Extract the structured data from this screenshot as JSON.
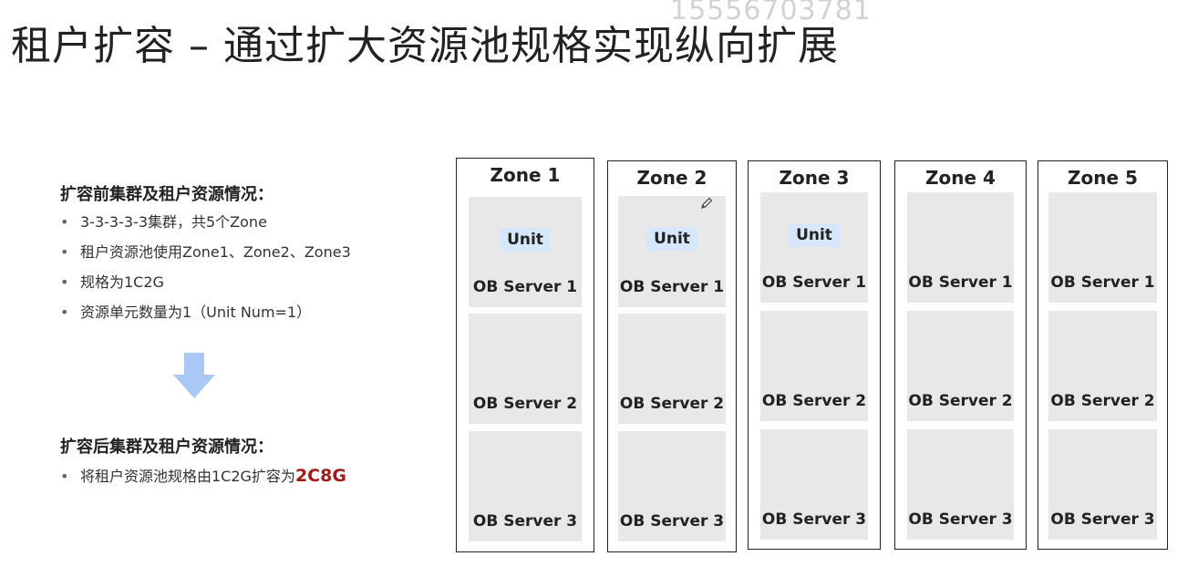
{
  "watermark": "15556703781",
  "title": "租户扩容 – 通过扩大资源池规格实现纵向扩展",
  "before": {
    "heading": "扩容前集群及租户资源情况：",
    "items": [
      "3-3-3-3-3集群，共5个Zone",
      "租户资源池使用Zone1、Zone2、Zone3",
      "规格为1C2G",
      "资源单元数量为1（Unit Num=1）"
    ]
  },
  "after": {
    "heading": "扩容后集群及租户资源情况：",
    "item_prefix": "将租户资源池规格由1C2G扩容为",
    "item_highlight": "2C8G"
  },
  "bullet_char": "•",
  "unit_label": "Unit",
  "zones": [
    {
      "name": "Zone 1",
      "servers": [
        "OB Server 1",
        "OB Server 2",
        "OB Server 3"
      ]
    },
    {
      "name": "Zone 2",
      "servers": [
        "OB Server 1",
        "OB Server 2",
        "OB Server 3"
      ]
    },
    {
      "name": "Zone 3",
      "servers": [
        "OB Server 1",
        "OB Server 2",
        "OB Server 3"
      ]
    },
    {
      "name": "Zone 4",
      "servers": [
        "OB Server 1",
        "OB Server 2",
        "OB Server 3"
      ]
    },
    {
      "name": "Zone 5",
      "servers": [
        "OB Server 1",
        "OB Server 2",
        "OB Server 3"
      ]
    }
  ],
  "colors": {
    "arrow": "#a9c8f5",
    "unit_badge": "#d6e6fb",
    "highlight": "#a11a1a",
    "server_box": "#e8e8e8"
  },
  "icons": [
    "down-arrow-icon",
    "pencil-icon"
  ]
}
